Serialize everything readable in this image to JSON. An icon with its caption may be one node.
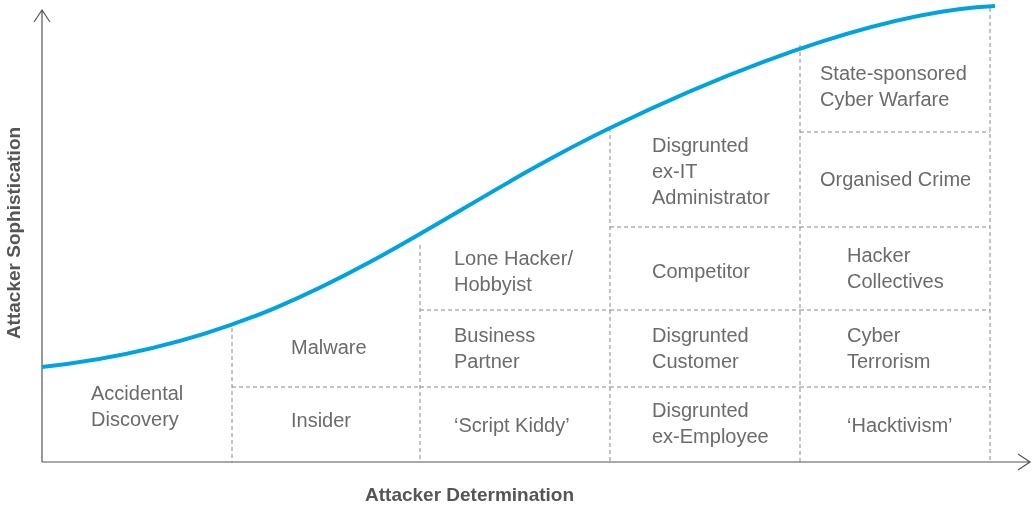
{
  "diagram": {
    "labels": [
      "State-sponsored Cyber Warfare",
      "Disgrunted ex-IT Administrator",
      "Organised Crime",
      "Lone Hacker/ Hobbyist",
      "Competitor",
      "Hacker Collectives",
      "Malware",
      "Business Partner",
      "Disgrunted Customer",
      "Cyber Terrorism",
      "Accidental Discovery",
      "Insider",
      "‘Script Kiddy’",
      "Disgrunted ex-Employee",
      "‘Hacktivism’",
      "Attacker Sophistication",
      "Attacker Determination"
    ]
  }
}
